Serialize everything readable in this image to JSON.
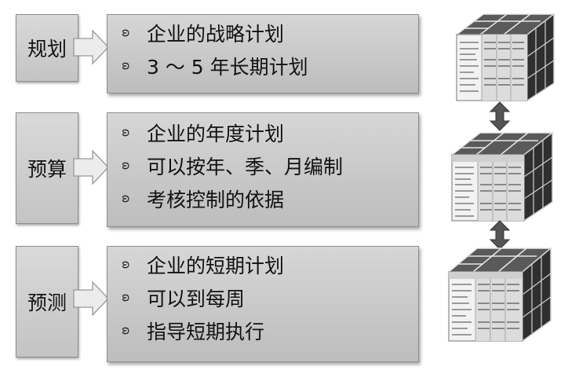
{
  "sections": [
    {
      "label": "规划",
      "items": [
        "企业的战略计划",
        "3 ～ 5 年长期计划"
      ]
    },
    {
      "label": "预算",
      "items": [
        "企业的年度计划",
        "可以按年、季、月编制",
        "考核控制的依据"
      ]
    },
    {
      "label": "预测",
      "items": [
        "企业的短期计划",
        "可以到每周",
        "指导短期执行"
      ]
    }
  ],
  "bullet_icon": "ring-bullet-icon",
  "cube_icon": "spreadsheet-cube-icon",
  "connector_icon": "double-arrow-icon",
  "colors": {
    "box_fill": "#c8c8c8",
    "box_border": "#8e8e8e",
    "cube_dark": "#3a3a3a",
    "arrow": "#555555"
  }
}
